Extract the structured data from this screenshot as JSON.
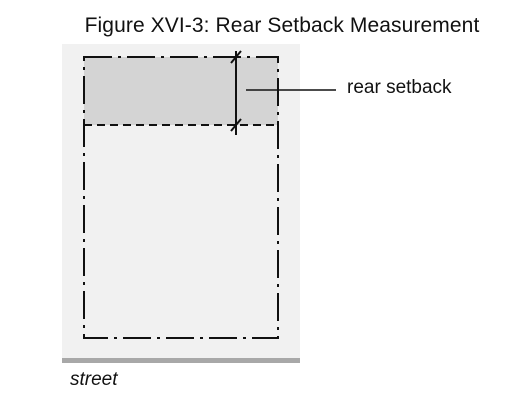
{
  "figure": {
    "title": "Figure XVI-3: Rear Setback Measurement"
  },
  "labels": {
    "rear_setback": "rear setback",
    "street": "street"
  },
  "colors": {
    "lot_background": "#f1f1f1",
    "setback_zone": "#d4d4d4",
    "street_edge": "#a8a8a8",
    "line": "#111111"
  }
}
